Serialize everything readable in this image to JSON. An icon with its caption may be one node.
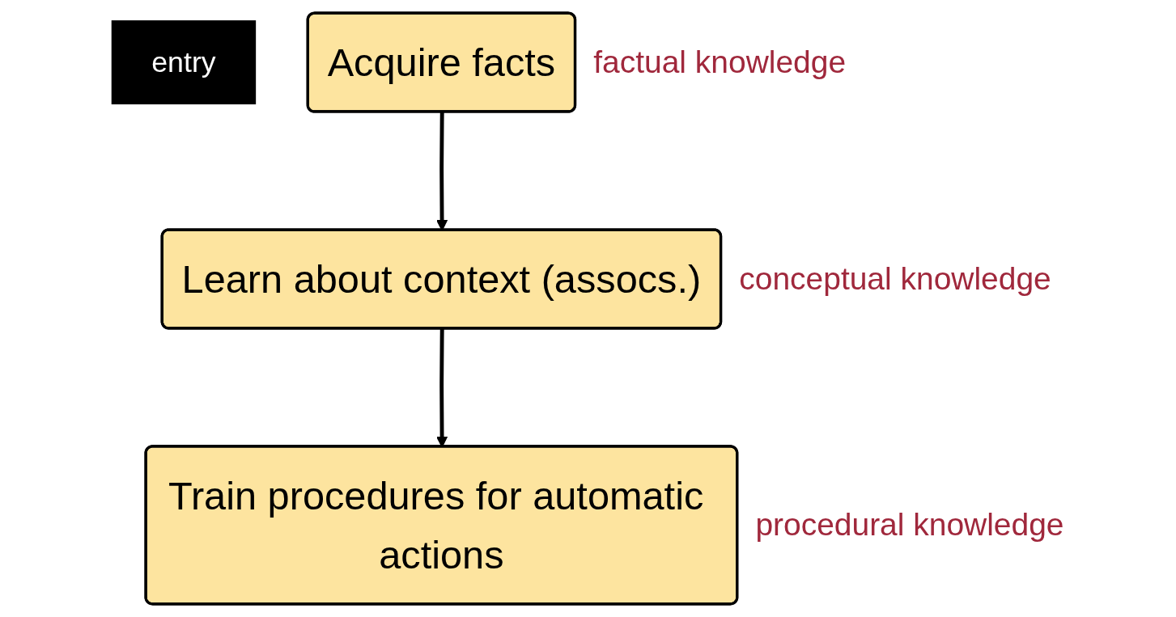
{
  "diagram": {
    "nodes": [
      {
        "text": [
          "entry"
        ]
      },
      {
        "text": [
          "Acquire facts"
        ],
        "beside": [
          "factual knowledge"
        ]
      },
      {
        "text": [
          "Learn about context (assocs.)"
        ],
        "beside": [
          "conceptual knowledge"
        ]
      },
      {
        "text": [
          "Train procedures for automatic actions"
        ],
        "beside": [
          "procedural knowledge"
        ]
      }
    ],
    "edges": [
      {
        "from": 1,
        "to": 2,
        "arrow": "to"
      },
      {
        "from": 2,
        "to": 3,
        "arrow": "to"
      }
    ]
  }
}
